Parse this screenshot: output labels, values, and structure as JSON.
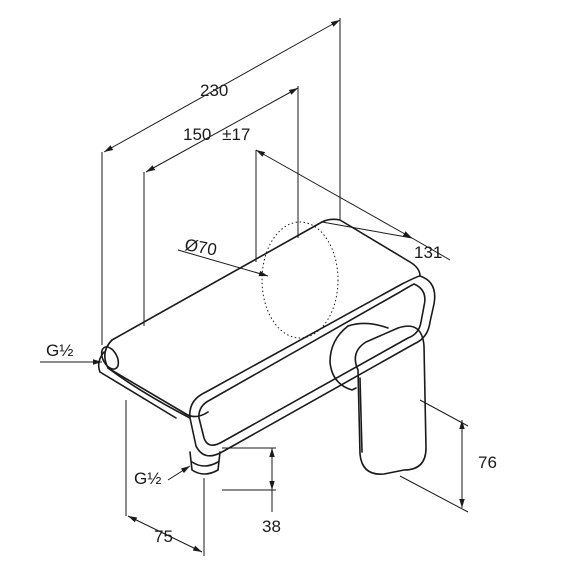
{
  "dimensions": {
    "overall_length": "230",
    "wall_distance": "150",
    "wall_tolerance": "±17",
    "depth": "131",
    "diameter": "Ø70",
    "inlet_thread": "G½",
    "outlet_thread": "G½",
    "handle_height": "76",
    "outlet_drop": "38",
    "outlet_offset": "75"
  },
  "colors": {
    "line": "#1a1a1a",
    "background": "#ffffff"
  }
}
